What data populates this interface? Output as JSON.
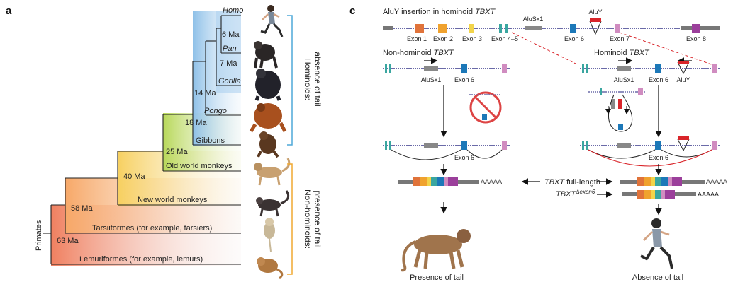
{
  "panel_a": {
    "letter": "a",
    "root_label": "Primates",
    "divergences": [
      "63 Ma",
      "58 Ma",
      "40 Ma",
      "25 Ma",
      "18 Ma",
      "14 Ma",
      "7 Ma",
      "6 Ma"
    ],
    "taxa": {
      "homo": "Homo",
      "pan": "Pan",
      "gorilla": "Gorilla",
      "pongo": "Pongo",
      "gibbons": "Gibbons",
      "old_world": "Old world monkeys",
      "new_world": "New world monkeys",
      "tarsiiformes": "Tarsiiformes (for example, tarsiers)",
      "lemuriformes": "Lemuriformes (for example, lemurs)"
    },
    "bracket_hominoids": [
      "Hominoids:",
      "absence of tail"
    ],
    "bracket_nonhominoids": [
      "Non-hominoids:",
      "presence of tail"
    ],
    "colors": {
      "hominoid_bracket": "#4fa9d8",
      "nonhominoid_bracket": "#f0a830"
    }
  },
  "panel_c": {
    "letter": "c",
    "title_prefix": "AluY insertion in hominoid ",
    "title_gene": "TBXT",
    "top_alusx1": "AluSx1",
    "top_aluy": "AluY",
    "exons": [
      "Exon 1",
      "Exon 2",
      "Exon 3",
      "Exon 4–5",
      "Exon 6",
      "Exon 7",
      "Exon 8"
    ],
    "left_title_prefix": "Non-hominoid ",
    "left_title_gene": "TBXT",
    "right_title_prefix": "Hominoid ",
    "right_title_gene": "TBXT",
    "left_alusx1": "AluSx1",
    "left_exon6": "Exon 6",
    "right_alusx1": "AluSx1",
    "right_exon6": "Exon 6",
    "right_aluy": "AluY",
    "spliced_left_exon6": "Exon 6",
    "spliced_right_exon6": "Exon 6",
    "polya": "AAAAA",
    "full_length_gene": "TBXT",
    "full_length_suffix": " full-length",
    "delta_gene": "TBXT",
    "delta_sup": "Δexon6",
    "outcome_left": "Presence of tail",
    "outcome_right": "Absence of tail",
    "colors": {
      "exon1": "#e0733a",
      "exon2": "#f0a22e",
      "exon3": "#f2d44a",
      "exon45": "#3aa6a0",
      "exon6": "#1c78b8",
      "exon7": "#d08cc0",
      "exon8": "#9b3f9b",
      "aluy": "#d9252a",
      "backbone": "#6a6aa8",
      "dashed": "#d9252a"
    }
  }
}
